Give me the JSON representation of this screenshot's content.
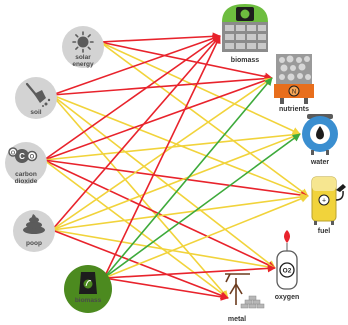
{
  "sources": [
    {
      "id": "solar",
      "name": "solar energy",
      "lines": [
        "solar",
        "energy"
      ],
      "icon": "sun-icon"
    },
    {
      "id": "soil",
      "name": "soil",
      "lines": [
        "soil"
      ],
      "icon": "shovel-icon"
    },
    {
      "id": "co2",
      "name": "carbon dioxide",
      "lines": [
        "carbon",
        "dioxide"
      ],
      "icon": "co2-icon"
    },
    {
      "id": "poop",
      "name": "poop",
      "lines": [
        "poop"
      ],
      "icon": "poop-icon"
    },
    {
      "id": "biomass",
      "name": "biomass",
      "lines": [
        "biomass"
      ],
      "icon": "biomass-bag-icon"
    }
  ],
  "outputs": [
    {
      "id": "biomass",
      "name": "biomass",
      "icon": "algae-crate-icon"
    },
    {
      "id": "nutrients",
      "name": "nutrients",
      "icon": "nutrient-crate-icon"
    },
    {
      "id": "water",
      "name": "water",
      "icon": "water-tank-icon"
    },
    {
      "id": "fuel",
      "name": "fuel",
      "icon": "fuel-tank-icon"
    },
    {
      "id": "oxygen",
      "name": "oxygen",
      "icon": "oxygen-canister-icon",
      "symbol": "O2"
    },
    {
      "id": "metal",
      "name": "metal",
      "icon": "mine-derrick-icon"
    }
  ],
  "colors": {
    "red": "#e8232c",
    "yellow": "#f1d33b",
    "green": "#3daa3b",
    "gray": "#d3d3d3",
    "dark": "#5b5b5b",
    "olive": "#4c8a1f"
  },
  "connections": [
    {
      "from": "solar",
      "to": "biomass",
      "color": "red"
    },
    {
      "from": "solar",
      "to": "nutrients",
      "color": "red"
    },
    {
      "from": "solar",
      "to": "water",
      "color": "yellow"
    },
    {
      "from": "solar",
      "to": "fuel",
      "color": "yellow"
    },
    {
      "from": "soil",
      "to": "biomass",
      "color": "red"
    },
    {
      "from": "soil",
      "to": "nutrients",
      "color": "red"
    },
    {
      "from": "soil",
      "to": "fuel",
      "color": "yellow"
    },
    {
      "from": "soil",
      "to": "oxygen",
      "color": "yellow"
    },
    {
      "from": "soil",
      "to": "metal",
      "color": "yellow"
    },
    {
      "from": "co2",
      "to": "biomass",
      "color": "red"
    },
    {
      "from": "co2",
      "to": "nutrients",
      "color": "red"
    },
    {
      "from": "co2",
      "to": "water",
      "color": "yellow"
    },
    {
      "from": "co2",
      "to": "fuel",
      "color": "red"
    },
    {
      "from": "co2",
      "to": "oxygen",
      "color": "red"
    },
    {
      "from": "co2",
      "to": "metal",
      "color": "yellow"
    },
    {
      "from": "poop",
      "to": "biomass",
      "color": "red"
    },
    {
      "from": "poop",
      "to": "nutrients",
      "color": "yellow"
    },
    {
      "from": "poop",
      "to": "water",
      "color": "yellow"
    },
    {
      "from": "poop",
      "to": "fuel",
      "color": "yellow"
    },
    {
      "from": "poop",
      "to": "oxygen",
      "color": "yellow"
    },
    {
      "from": "poop",
      "to": "metal",
      "color": "red"
    },
    {
      "from": "biomass",
      "to": "biomass",
      "color": "red"
    },
    {
      "from": "biomass",
      "to": "nutrients",
      "color": "green"
    },
    {
      "from": "biomass",
      "to": "water",
      "color": "green"
    },
    {
      "from": "biomass",
      "to": "fuel",
      "color": "yellow"
    },
    {
      "from": "biomass",
      "to": "oxygen",
      "color": "red"
    },
    {
      "from": "biomass",
      "to": "metal",
      "color": "red"
    }
  ]
}
